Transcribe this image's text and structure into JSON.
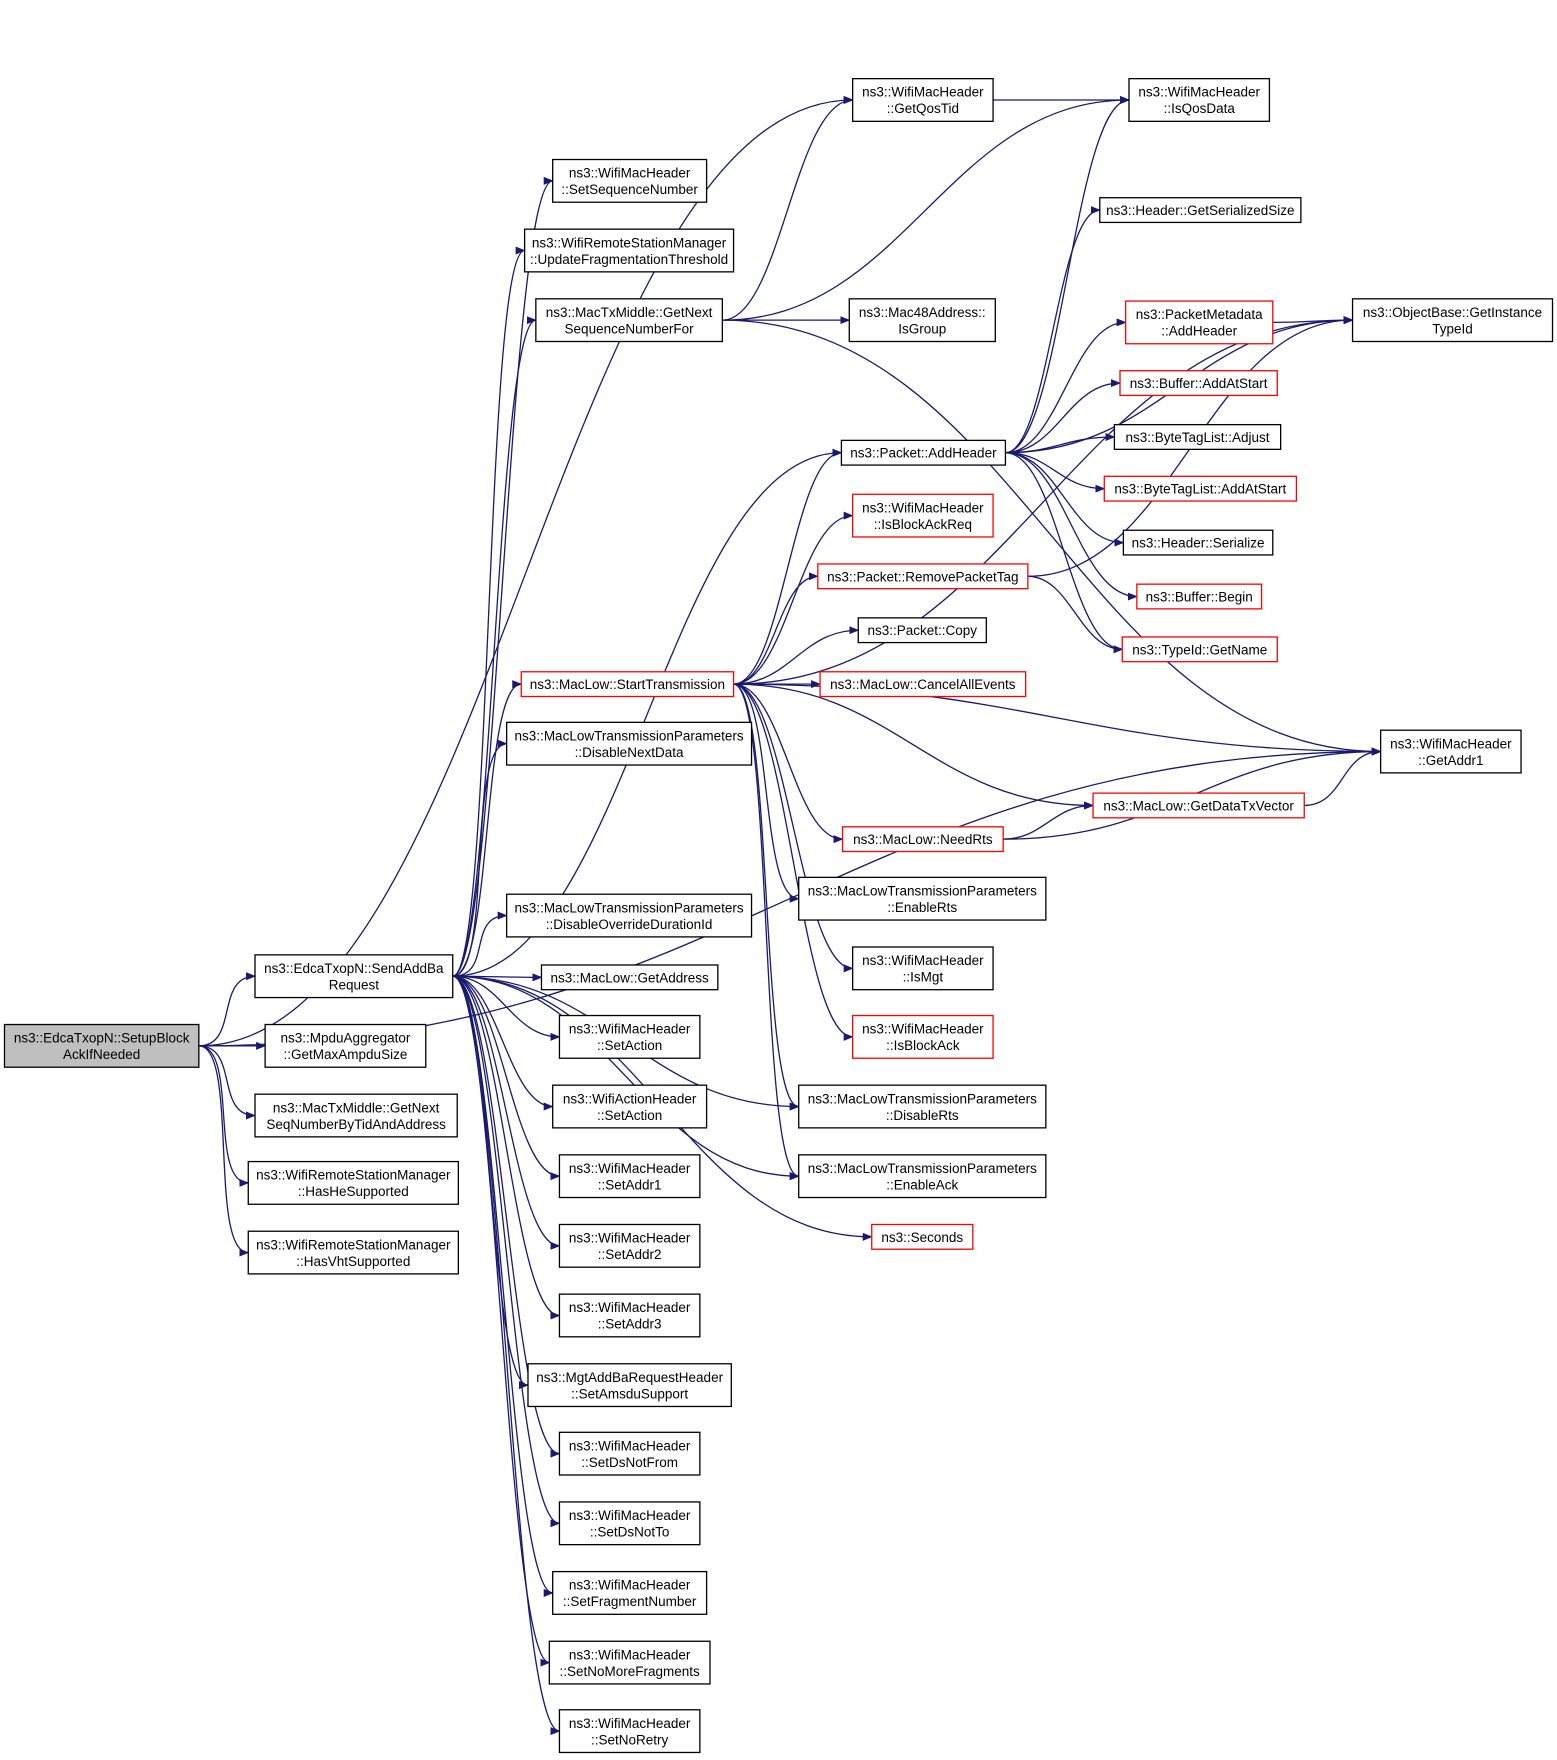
{
  "colors": {
    "edge": "#191970",
    "node_border": "#000000",
    "node_border_truncated": "#ff0000",
    "root_fill": "#bfbfbf",
    "node_fill": "#ffffff"
  },
  "root": {
    "id": "n0",
    "lines": [
      "ns3::EdcaTxopN::SetupBlock",
      "AckIfNeeded"
    ]
  },
  "nodes": [
    {
      "id": "n0",
      "lines": [
        "ns3::EdcaTxopN::SetupBlock",
        "AckIfNeeded"
      ],
      "red": false
    },
    {
      "id": "n1",
      "lines": [
        "ns3::EdcaTxopN::SendAddBa",
        "Request"
      ],
      "red": false
    },
    {
      "id": "n2",
      "lines": [
        "ns3::MpduAggregator",
        "::GetMaxAmpduSize"
      ],
      "red": false
    },
    {
      "id": "n3",
      "lines": [
        "ns3::MacTxMiddle::GetNext",
        "SeqNumberByTidAndAddress"
      ],
      "red": false
    },
    {
      "id": "n4",
      "lines": [
        "ns3::WifiRemoteStationManager",
        "::HasHeSupported"
      ],
      "red": false
    },
    {
      "id": "n5",
      "lines": [
        "ns3::WifiRemoteStationManager",
        "::HasVhtSupported"
      ],
      "red": false
    },
    {
      "id": "n6",
      "lines": [
        "ns3::WifiMacHeader",
        "::GetQosTid"
      ],
      "red": false
    },
    {
      "id": "n7",
      "lines": [
        "ns3::WifiMacHeader",
        "::IsQosData"
      ],
      "red": false
    },
    {
      "id": "n8",
      "lines": [
        "ns3::WifiMacHeader",
        "::SetSequenceNumber"
      ],
      "red": false
    },
    {
      "id": "n9",
      "lines": [
        "ns3::WifiRemoteStationManager",
        "::UpdateFragmentationThreshold"
      ],
      "red": false
    },
    {
      "id": "n10",
      "lines": [
        "ns3::MacTxMiddle::GetNext",
        "SequenceNumberFor"
      ],
      "red": false
    },
    {
      "id": "n11",
      "lines": [
        "ns3::Mac48Address::",
        "IsGroup"
      ],
      "red": false
    },
    {
      "id": "n12",
      "lines": [
        "ns3::Header::GetSerializedSize"
      ],
      "red": false
    },
    {
      "id": "n13",
      "lines": [
        "ns3::PacketMetadata",
        "::AddHeader"
      ],
      "red": true
    },
    {
      "id": "n14",
      "lines": [
        "ns3::ObjectBase::GetInstance",
        "TypeId"
      ],
      "red": false
    },
    {
      "id": "n15",
      "lines": [
        "ns3::Buffer::AddAtStart"
      ],
      "red": true
    },
    {
      "id": "n16",
      "lines": [
        "ns3::Packet::AddHeader"
      ],
      "red": false
    },
    {
      "id": "n17",
      "lines": [
        "ns3::ByteTagList::Adjust"
      ],
      "red": false
    },
    {
      "id": "n18",
      "lines": [
        "ns3::ByteTagList::AddAtStart"
      ],
      "red": true
    },
    {
      "id": "n19",
      "lines": [
        "ns3::WifiMacHeader",
        "::IsBlockAckReq"
      ],
      "red": true
    },
    {
      "id": "n20",
      "lines": [
        "ns3::Header::Serialize"
      ],
      "red": false
    },
    {
      "id": "n21",
      "lines": [
        "ns3::Packet::RemovePacketTag"
      ],
      "red": true
    },
    {
      "id": "n22",
      "lines": [
        "ns3::Buffer::Begin"
      ],
      "red": true
    },
    {
      "id": "n23",
      "lines": [
        "ns3::Packet::Copy"
      ],
      "red": false
    },
    {
      "id": "n24",
      "lines": [
        "ns3::TypeId::GetName"
      ],
      "red": true
    },
    {
      "id": "n25",
      "lines": [
        "ns3::MacLow::StartTransmission"
      ],
      "red": true
    },
    {
      "id": "n26",
      "lines": [
        "ns3::MacLow::CancelAllEvents"
      ],
      "red": true
    },
    {
      "id": "n27",
      "lines": [
        "ns3::MacLowTransmissionParameters",
        "::DisableNextData"
      ],
      "red": false
    },
    {
      "id": "n28",
      "lines": [
        "ns3::WifiMacHeader",
        "::GetAddr1"
      ],
      "red": false
    },
    {
      "id": "n29",
      "lines": [
        "ns3::MacLow::GetDataTxVector"
      ],
      "red": true
    },
    {
      "id": "n30",
      "lines": [
        "ns3::MacLow::NeedRts"
      ],
      "red": true
    },
    {
      "id": "n31",
      "lines": [
        "ns3::MacLowTransmissionParameters",
        "::EnableRts"
      ],
      "red": false
    },
    {
      "id": "n32",
      "lines": [
        "ns3::MacLowTransmissionParameters",
        "::DisableOverrideDurationId"
      ],
      "red": false
    },
    {
      "id": "n33",
      "lines": [
        "ns3::WifiMacHeader",
        "::IsMgt"
      ],
      "red": false
    },
    {
      "id": "n34",
      "lines": [
        "ns3::MacLow::GetAddress"
      ],
      "red": false
    },
    {
      "id": "n35",
      "lines": [
        "ns3::WifiMacHeader",
        "::IsBlockAck"
      ],
      "red": true
    },
    {
      "id": "n36",
      "lines": [
        "ns3::WifiMacHeader",
        "::SetAction"
      ],
      "red": false
    },
    {
      "id": "n37",
      "lines": [
        "ns3::MacLowTransmissionParameters",
        "::DisableRts"
      ],
      "red": false
    },
    {
      "id": "n38",
      "lines": [
        "ns3::WifiActionHeader",
        "::SetAction"
      ],
      "red": false
    },
    {
      "id": "n39",
      "lines": [
        "ns3::MacLowTransmissionParameters",
        "::EnableAck"
      ],
      "red": false
    },
    {
      "id": "n40",
      "lines": [
        "ns3::WifiMacHeader",
        "::SetAddr1"
      ],
      "red": false
    },
    {
      "id": "n41",
      "lines": [
        "ns3::Seconds"
      ],
      "red": true
    },
    {
      "id": "n42",
      "lines": [
        "ns3::WifiMacHeader",
        "::SetAddr2"
      ],
      "red": false
    },
    {
      "id": "n43",
      "lines": [
        "ns3::WifiMacHeader",
        "::SetAddr3"
      ],
      "red": false
    },
    {
      "id": "n44",
      "lines": [
        "ns3::MgtAddBaRequestHeader",
        "::SetAmsduSupport"
      ],
      "red": false
    },
    {
      "id": "n45",
      "lines": [
        "ns3::WifiMacHeader",
        "::SetDsNotFrom"
      ],
      "red": false
    },
    {
      "id": "n46",
      "lines": [
        "ns3::WifiMacHeader",
        "::SetDsNotTo"
      ],
      "red": false
    },
    {
      "id": "n47",
      "lines": [
        "ns3::WifiMacHeader",
        "::SetFragmentNumber"
      ],
      "red": false
    },
    {
      "id": "n48",
      "lines": [
        "ns3::WifiMacHeader",
        "::SetNoMoreFragments"
      ],
      "red": false
    },
    {
      "id": "n49",
      "lines": [
        "ns3::WifiMacHeader",
        "::SetNoRetry"
      ],
      "red": false
    }
  ],
  "edges": [
    [
      "n0",
      "n1"
    ],
    [
      "n0",
      "n2"
    ],
    [
      "n0",
      "n3"
    ],
    [
      "n0",
      "n4"
    ],
    [
      "n0",
      "n5"
    ],
    [
      "n0",
      "n6"
    ],
    [
      "n0",
      "n28"
    ],
    [
      "n1",
      "n8"
    ],
    [
      "n1",
      "n9"
    ],
    [
      "n1",
      "n10"
    ],
    [
      "n1",
      "n16"
    ],
    [
      "n1",
      "n25"
    ],
    [
      "n1",
      "n27"
    ],
    [
      "n1",
      "n32"
    ],
    [
      "n1",
      "n34"
    ],
    [
      "n1",
      "n36"
    ],
    [
      "n1",
      "n38"
    ],
    [
      "n1",
      "n40"
    ],
    [
      "n1",
      "n42"
    ],
    [
      "n1",
      "n43"
    ],
    [
      "n1",
      "n44"
    ],
    [
      "n1",
      "n45"
    ],
    [
      "n1",
      "n46"
    ],
    [
      "n1",
      "n47"
    ],
    [
      "n1",
      "n48"
    ],
    [
      "n1",
      "n49"
    ],
    [
      "n1",
      "n37"
    ],
    [
      "n1",
      "n39"
    ],
    [
      "n1",
      "n41"
    ],
    [
      "n6",
      "n7"
    ],
    [
      "n10",
      "n6"
    ],
    [
      "n10",
      "n7"
    ],
    [
      "n10",
      "n11"
    ],
    [
      "n10",
      "n28"
    ],
    [
      "n16",
      "n12"
    ],
    [
      "n16",
      "n13"
    ],
    [
      "n16",
      "n14"
    ],
    [
      "n16",
      "n15"
    ],
    [
      "n16",
      "n17"
    ],
    [
      "n16",
      "n18"
    ],
    [
      "n16",
      "n20"
    ],
    [
      "n16",
      "n22"
    ],
    [
      "n16",
      "n24"
    ],
    [
      "n16",
      "n7"
    ],
    [
      "n13",
      "n14"
    ],
    [
      "n21",
      "n24"
    ],
    [
      "n21",
      "n14"
    ],
    [
      "n25",
      "n16"
    ],
    [
      "n25",
      "n19"
    ],
    [
      "n25",
      "n21"
    ],
    [
      "n25",
      "n23"
    ],
    [
      "n25",
      "n26"
    ],
    [
      "n25",
      "n28"
    ],
    [
      "n25",
      "n29"
    ],
    [
      "n25",
      "n30"
    ],
    [
      "n25",
      "n31"
    ],
    [
      "n25",
      "n33"
    ],
    [
      "n25",
      "n35"
    ],
    [
      "n25",
      "n37"
    ],
    [
      "n25",
      "n39"
    ],
    [
      "n25",
      "n14"
    ],
    [
      "n29",
      "n28"
    ],
    [
      "n30",
      "n29"
    ],
    [
      "n30",
      "n28"
    ]
  ]
}
